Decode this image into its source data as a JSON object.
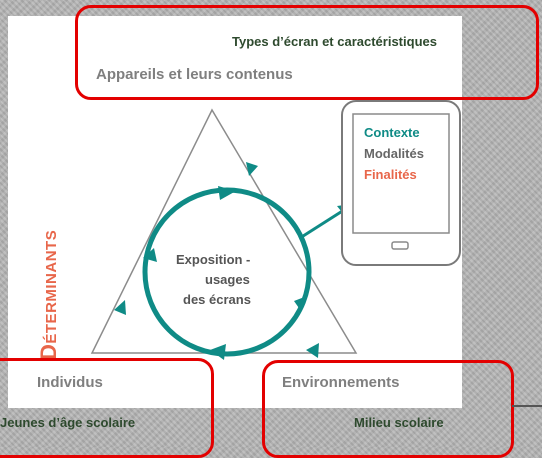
{
  "top": {
    "annotation": "Types d’écran et caractéristiques",
    "heading": "Appareils et leurs contenus"
  },
  "left_axis": {
    "first_letter": "D",
    "rest": "ÉTERMINANTS"
  },
  "center": {
    "line1": "Exposition -",
    "line2": "usages",
    "line3": "des écrans"
  },
  "phone": {
    "contexte": "Contexte",
    "modalites": "Modalités",
    "finalites": "Finalités"
  },
  "bottom_left": {
    "heading": "Individus",
    "annotation": "Jeunes d’âge scolaire"
  },
  "bottom_right": {
    "heading": "Environnements",
    "annotation": "Milieu scolaire"
  },
  "colors": {
    "teal": "#0f8b86",
    "red": "#e30000",
    "orange": "#e8664a",
    "gray": "#7f7f7f"
  }
}
